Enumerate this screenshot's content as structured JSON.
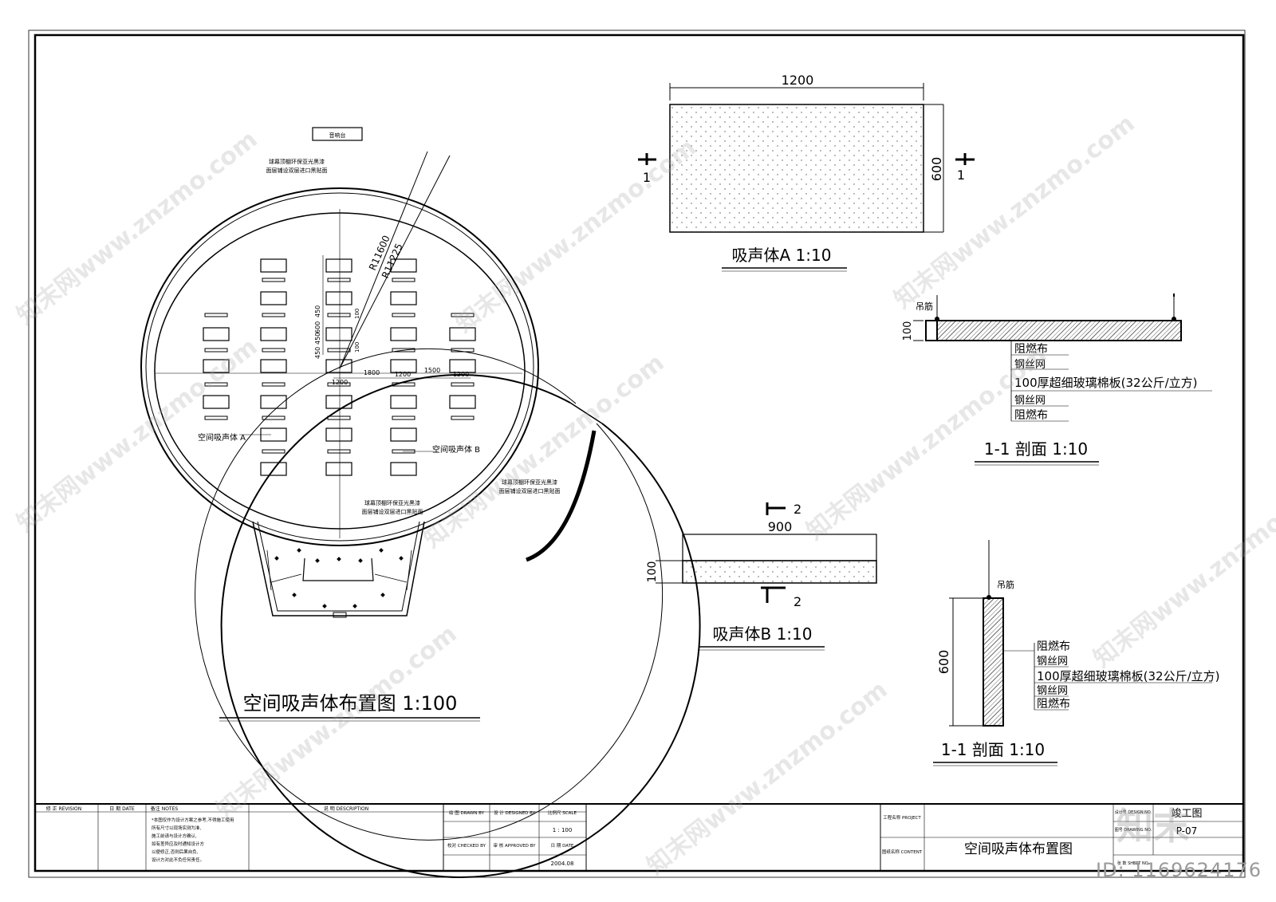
{
  "plan": {
    "title": "空间吸声体布置图 1:100",
    "stage_label": "音响台",
    "note_top": [
      "球幕顶棚环保亚光黑漆",
      "面层铺设双层进口黑贴面"
    ],
    "note_inner": [
      "球幕顶棚环保亚光黑漆",
      "面层铺设双层进口黑贴面"
    ],
    "note_right": [
      "球幕顶棚环保亚光黑漆",
      "面层铺设双层进口黑贴面"
    ],
    "radius_outer": "R11600",
    "radius_inner": "R11225",
    "dim_1800": "1800",
    "dim_1200a": "1200",
    "dim_1500": "1500",
    "dim_1200b": "1200",
    "dim_1200c": "1200",
    "dim_450a": "450",
    "dim_600": "600",
    "dim_450b": "450",
    "dim_450c": "450",
    "dim_100a": "100",
    "dim_100b": "100",
    "label_a": "空间吸声体 A",
    "label_b": "空间吸声体 B"
  },
  "panel_a": {
    "title": "吸声体A 1:10",
    "width": "1200",
    "height": "600",
    "cut": "1"
  },
  "panel_b": {
    "title": "吸声体B 1:10",
    "width": "900",
    "height": "100",
    "cut": "2"
  },
  "section_1": {
    "title": "1-1 剖面 1:10",
    "hanger": "吊筋",
    "thickness": "100",
    "layers": [
      "阻燃布",
      "钢丝网",
      "100厚超细玻璃棉板(32公斤/立方)",
      "钢丝网",
      "阻燃布"
    ]
  },
  "section_2": {
    "title": "1-1 剖面 1:10",
    "hanger": "吊筋",
    "height": "600",
    "layers": [
      "阻燃布",
      "钢丝网",
      "100厚超细玻璃棉板(32公斤/立方)",
      "钢丝网",
      "阻燃布"
    ]
  },
  "title_block": {
    "revision": "修 正 REVISION",
    "date_hdr": "日 期 DATE",
    "notes_hdr": "备注 NOTES",
    "notes_text": [
      "*本图仅作为设计方案之参考,不得施工使用",
      "所有尺寸以现场实测为准,",
      "施工前请与设计方确认,",
      "如有差异应及时通知设计方",
      "以便修正,否则后果自负,",
      "设计方对此不负任何责任。"
    ],
    "desc_hdr": "说 明 DESCRIPTION",
    "drawn": "绘 图 DRAWN BY",
    "designed": "设 计 DESIGNED BY",
    "scale_hdr": "比例尺 SCALE",
    "scale": "1 : 100",
    "checked": "校对 CHECKED BY",
    "approved": "审 核 APPROVED BY",
    "date_lbl": "日 期 DATE",
    "date": "2004.08",
    "project_hdr": "工程名称 PROJECT",
    "content_hdr": "图纸名称 CONTENT",
    "content": "空间吸声体布置图",
    "design_no_hdr": "设计号 DESIGN NO.",
    "drawing_no_hdr": "图号 DRAWING NO.",
    "sheet_hdr": "张 数 SHEET NO.",
    "stage": "竣工图",
    "sheet_no": "P-07"
  },
  "watermark": {
    "text": "知末网www.znzmo.com",
    "logo": "知末",
    "id": "ID: 1169624176"
  }
}
